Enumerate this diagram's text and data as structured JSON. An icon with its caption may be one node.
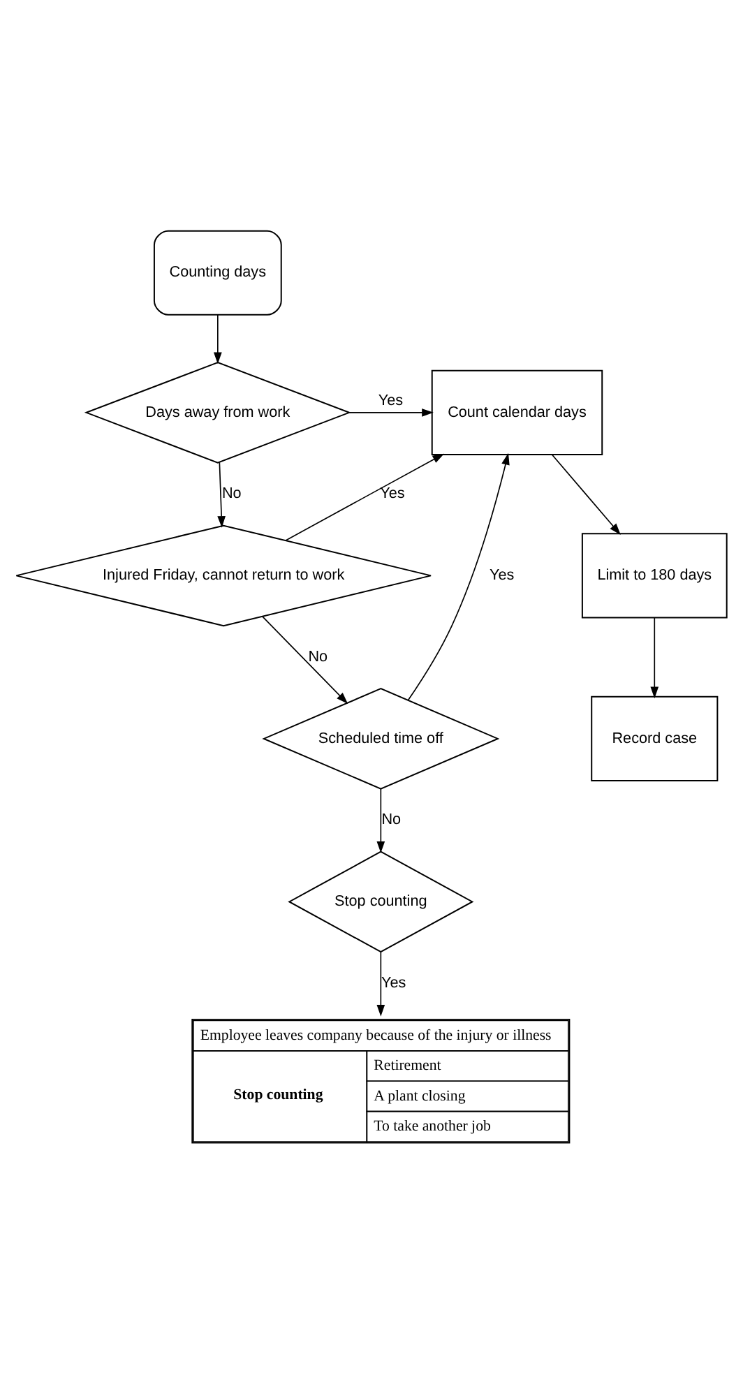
{
  "diagram": {
    "nodes": [
      {
        "text": [
          "Counting days"
        ]
      },
      {
        "text": [
          "Days away from work"
        ]
      },
      {
        "text": [
          "Injured Friday, cannot return to work"
        ]
      },
      {
        "text": [
          "Scheduled time off"
        ]
      },
      {
        "text": [
          "Stop counting"
        ]
      },
      {
        "text": [
          "Count calendar days"
        ]
      },
      {
        "text": [
          "Limit to 180 days"
        ]
      },
      {
        "text": [
          "Record case"
        ]
      },
      {
        "text": [
          "Employee leaves company because of the injury or illness",
          "Stop counting",
          "Retirement",
          "A plant closing",
          "To take another job"
        ]
      }
    ],
    "edges": [
      {
        "from": 0,
        "to": 1,
        "arrow": "to"
      },
      {
        "from": 1,
        "to": 2,
        "arrow": "to",
        "label": "No"
      },
      {
        "from": 2,
        "to": 3,
        "arrow": "to",
        "label": "No"
      },
      {
        "from": 3,
        "to": 4,
        "arrow": "to",
        "label": "No"
      },
      {
        "from": 1,
        "to": 5,
        "arrow": "to",
        "label": "Yes"
      },
      {
        "from": 2,
        "to": 5,
        "arrow": "to",
        "label": "Yes"
      },
      {
        "from": 3,
        "to": 5,
        "arrow": "to",
        "label": "Yes"
      },
      {
        "from": 5,
        "to": 6,
        "arrow": "to"
      },
      {
        "from": 6,
        "to": 7,
        "arrow": "to"
      },
      {
        "from": 4,
        "to": 8,
        "arrow": "to",
        "label": "Yes"
      }
    ]
  }
}
